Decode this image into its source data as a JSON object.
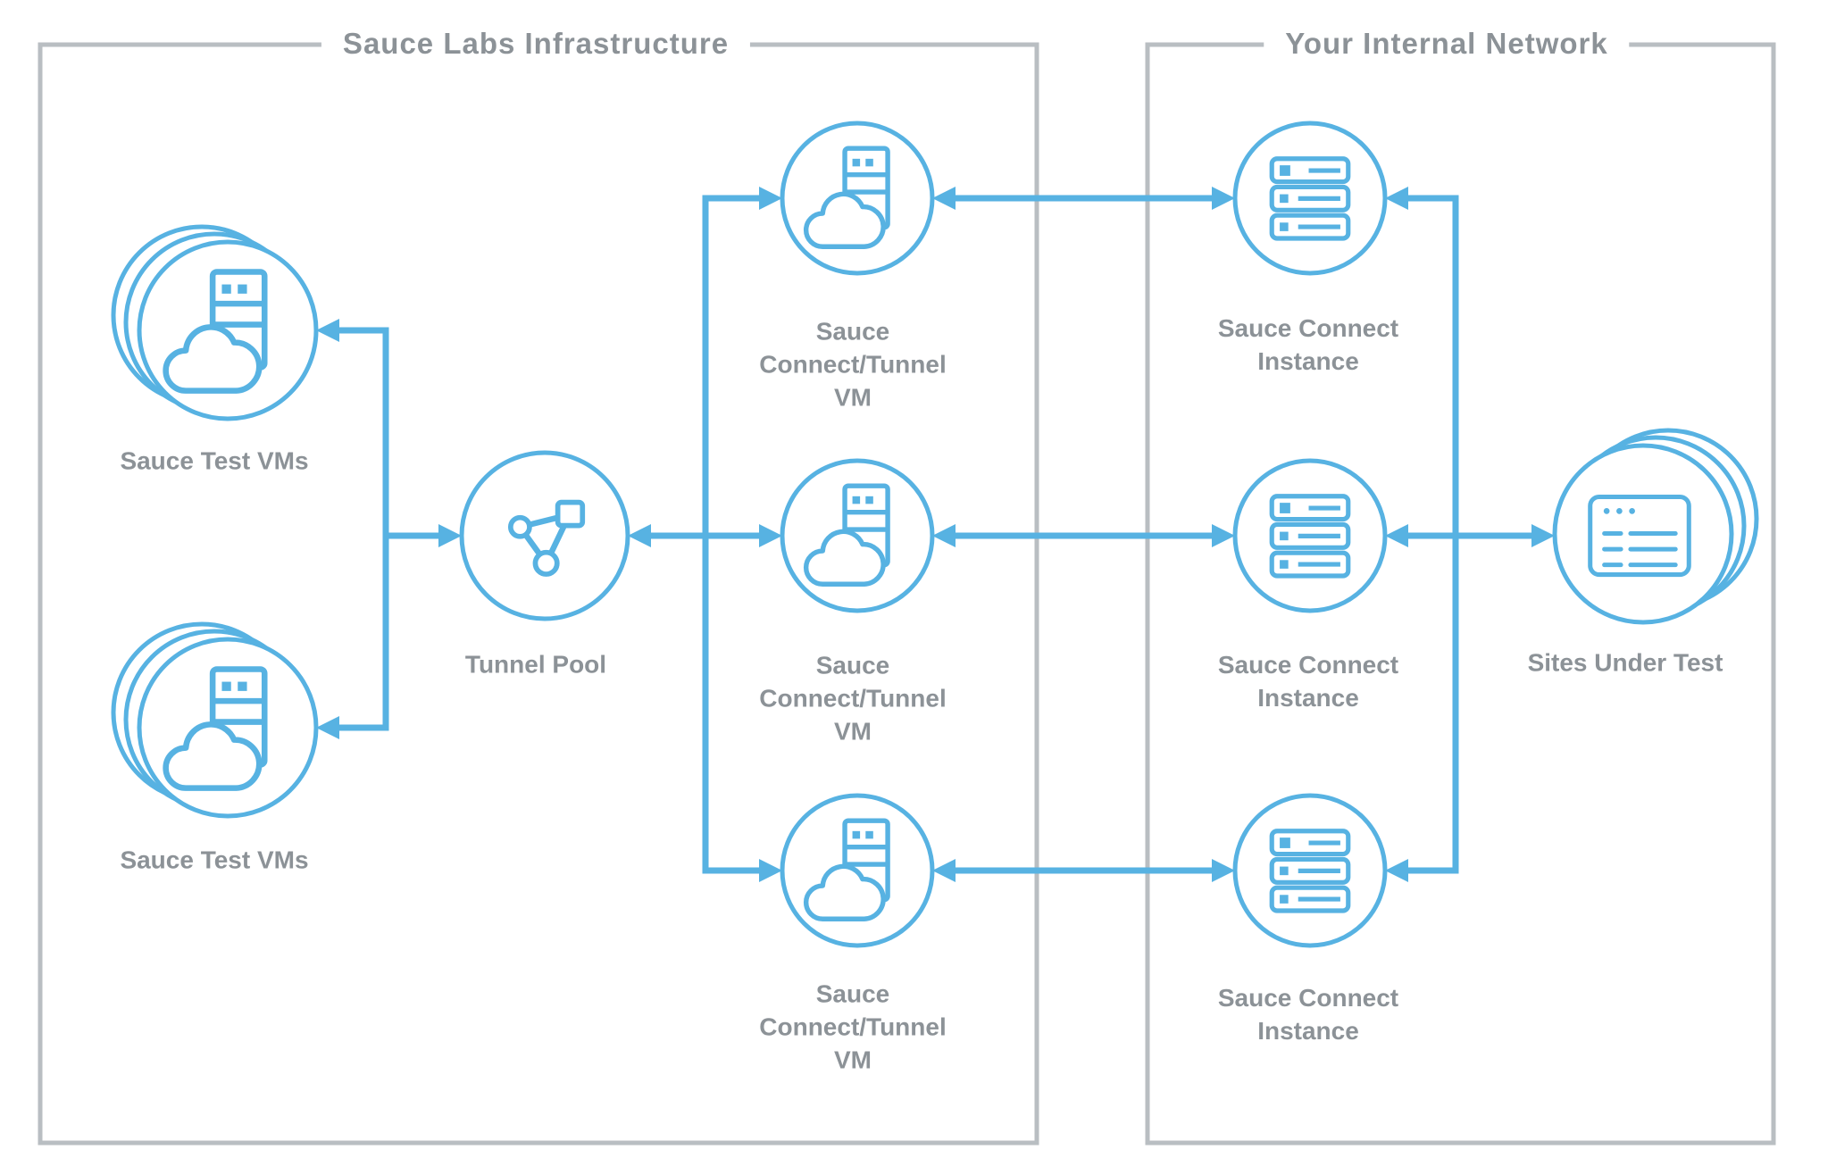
{
  "sections": {
    "left": {
      "title": "Sauce Labs Infrastructure"
    },
    "right": {
      "title": "Your Internal Network"
    }
  },
  "nodes": {
    "sauce_test_vms": "Sauce Test VMs",
    "tunnel_pool": "Tunnel Pool",
    "sauce_connect_tunnel_vm": "Sauce\nConnect/Tunnel\nVM",
    "sauce_connect_instance": "Sauce Connect\nInstance",
    "sites_under_test": "Sites Under Test"
  },
  "icons": {
    "cloud_server": "cloud-server-icon",
    "network_nodes": "network-nodes-icon",
    "server_rack": "server-rack-icon",
    "browser_window": "browser-window-icon"
  },
  "colors": {
    "accent_blue": "#57b2e2",
    "label_gray": "#8c9297",
    "box_border_gray": "#b9bec2",
    "background": "#ffffff"
  }
}
